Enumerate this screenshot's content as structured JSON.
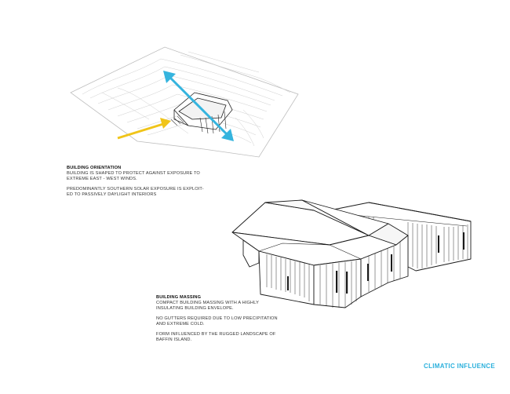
{
  "colors": {
    "wind_arrow": "#35b4de",
    "sun_arrow": "#f0c419",
    "accent_title": "#2bb0dc",
    "line": "#222222"
  },
  "icons": {
    "wind": "wind-arrow-icon",
    "sun": "solar-arrow-icon"
  },
  "orientation": {
    "heading": "BUILDING ORIENTATION",
    "lines1": [
      "BUILDING IS SHAPED TO PROTECT AGAINST EXPOSURE TO",
      "EXTREME EAST - WEST WINDS."
    ],
    "lines2": [
      "PREDOMINANTLY SOUTHERN SOLAR EXPOSURE IS EXPLOIT-",
      "ED TO PASSIVELY DAYLIGHT INTERIORS"
    ]
  },
  "massing": {
    "heading": "BUILDING MASSING",
    "lines1": [
      "COMPACT BUILDING MASSING WITH A HIGHLY",
      "INSULATING BUILDING ENVELOPE."
    ],
    "lines2": [
      "NO GUTTERS REQUIRED DUE TO LOW PRECIPITATION",
      "AND EXTREME COLD."
    ],
    "lines3": [
      "FORM INFLUENCED BY THE RUGGED LANDSCAPE OF",
      "BAFFIN ISLAND."
    ]
  },
  "footer": {
    "title": "CLIMATIC INFLUENCE"
  }
}
